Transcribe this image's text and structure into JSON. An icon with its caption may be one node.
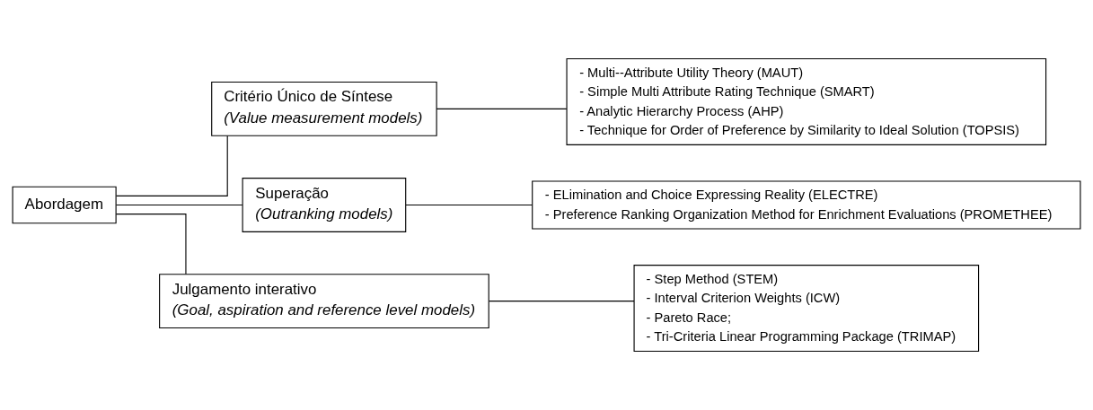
{
  "diagram": {
    "nodes": [
      {
        "text": [
          "Abordagem"
        ]
      },
      {
        "text": [
          "Critério Único de Síntese",
          "(Value measurement models)"
        ]
      },
      {
        "text": [
          "- Multi--Attribute Utility Theory (MAUT)",
          "- Simple Multi Attribute Rating Technique (SMART)",
          "- Analytic Hierarchy Process (AHP)",
          "- Technique for Order of Preference by Similarity to Ideal Solution (TOPSIS)"
        ]
      },
      {
        "text": [
          "Superação",
          "(Outranking models)"
        ]
      },
      {
        "text": [
          "- ELimination and Choice Expressing Reality (ELECTRE)",
          "- Preference Ranking Organization Method for Enrichment Evaluations (PROMETHEE)"
        ]
      },
      {
        "text": [
          "Julgamento interativo",
          "(Goal, aspiration and reference level models)"
        ]
      },
      {
        "text": [
          "- Step Method (STEM)",
          "- Interval Criterion Weights (ICW)",
          "- Pareto Race;",
          "- Tri-Criteria Linear Programming Package (TRIMAP)"
        ]
      }
    ],
    "edges": [
      {
        "from": 0,
        "to": 1,
        "arrow": "none"
      },
      {
        "from": 0,
        "to": 3,
        "arrow": "none"
      },
      {
        "from": 0,
        "to": 5,
        "arrow": "none"
      },
      {
        "from": 1,
        "to": 2,
        "arrow": "none"
      },
      {
        "from": 3,
        "to": 4,
        "arrow": "none"
      },
      {
        "from": 5,
        "to": 6,
        "arrow": "none"
      }
    ]
  }
}
